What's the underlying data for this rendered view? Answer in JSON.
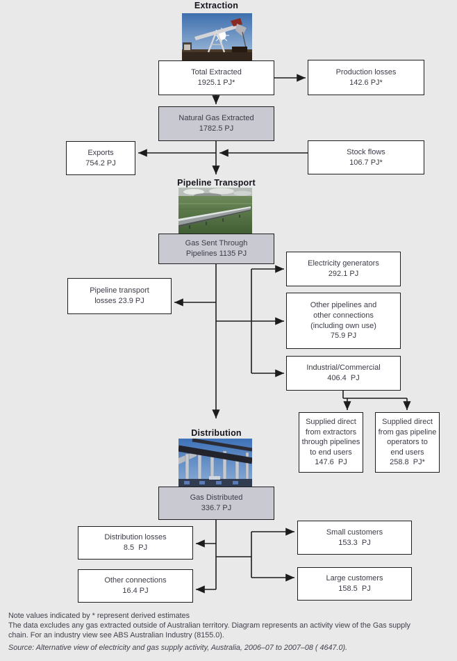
{
  "page": {
    "background": "#e9e9e9"
  },
  "colors": {
    "box_border": "#1c1c1c",
    "gray_box_fill": "#c9c9d2",
    "box_text": "#3b3b47",
    "heading_text": "#14141c",
    "connector": "#1c1c1c"
  },
  "sections": {
    "extraction": {
      "heading": "Extraction",
      "photo": "oil-pumpjack-photo"
    },
    "pipeline_transport": {
      "heading": "Pipeline Transport",
      "photo": "pipeline-field-photo"
    },
    "distribution": {
      "heading": "Distribution",
      "photo": "gas-plant-photo"
    }
  },
  "boxes": {
    "total_extracted": {
      "text": "Total Extracted\n1925.1 PJ*"
    },
    "production_losses": {
      "text": "Production losses\n142.6 PJ*"
    },
    "natural_gas_extracted": {
      "text": "Natural Gas Extracted\n1782.5 PJ"
    },
    "exports": {
      "text": "Exports\n754.2 PJ"
    },
    "stock_flows": {
      "text": "Stock flows\n106.7 PJ*"
    },
    "gas_sent_through_pipelines": {
      "text": "Gas Sent Through\nPipelines 1135 PJ"
    },
    "electricity_generators": {
      "text": "Electricity generators\n292.1 PJ"
    },
    "pipeline_transport_losses": {
      "text": "Pipeline transport\nlosses 23.9 PJ"
    },
    "other_pipelines": {
      "text": "Other pipelines and\nother connections\n(including own use)\n75.9 PJ"
    },
    "industrial_commercial": {
      "text": "Industrial/Commercial\n406.4  PJ"
    },
    "supplied_direct_extractors": {
      "text": "Supplied direct\nfrom extractors\nthrough pipelines\nto end users\n147.6  PJ"
    },
    "supplied_direct_operators": {
      "text": "Supplied direct\nfrom gas pipeline\noperators to\nend users\n258.8  PJ*"
    },
    "gas_distributed": {
      "text": "Gas Distributed\n336.7 PJ"
    },
    "distribution_losses": {
      "text": "Distribution losses\n8.5  PJ"
    },
    "other_connections": {
      "text": "Other connections\n16.4 PJ"
    },
    "small_customers": {
      "text": "Small customers\n153.3  PJ"
    },
    "large_customers": {
      "text": "Large customers\n158.5  PJ"
    }
  },
  "notes": {
    "line1": "Note values indicated by * represent derived estimates",
    "line2": "The data excludes any gas extracted outside of Australian territory.  Diagram represents an activity view of the Gas supply",
    "line3": "chain. For an industry view see ABS Australian Industry (8155.0).",
    "source": "Source: Alternative view of electricity and gas supply activity, Australia, 2006–07 to 2007–08 ( 4647.0)."
  }
}
